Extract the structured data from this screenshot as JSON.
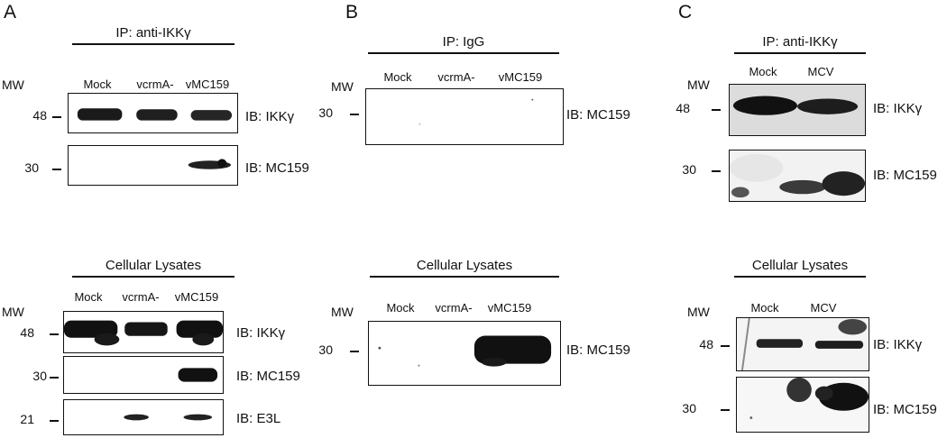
{
  "panels": {
    "A": {
      "letter": "A",
      "ip_header": "IP: anti-IKKγ",
      "ip_lanes": [
        "Mock",
        "vcrmA-",
        "vMC159"
      ],
      "mw_label": "MW",
      "ip_blots": [
        {
          "mw": "48",
          "ib": "IB: IKKγ"
        },
        {
          "mw": "30",
          "ib": "IB: MC159"
        }
      ],
      "lysate_header": "Cellular Lysates",
      "lysate_lanes": [
        "Mock",
        "vcrmA-",
        "vMC159"
      ],
      "lysate_blots": [
        {
          "mw": "48",
          "ib": "IB: IKKγ"
        },
        {
          "mw": "30",
          "ib": "IB: MC159"
        },
        {
          "mw": "21",
          "ib": "IB: E3L"
        }
      ]
    },
    "B": {
      "letter": "B",
      "ip_header": "IP: IgG",
      "ip_lanes": [
        "Mock",
        "vcrmA-",
        "vMC159"
      ],
      "mw_label": "MW",
      "ip_blots": [
        {
          "mw": "30",
          "ib": "IB: MC159"
        }
      ],
      "lysate_header": "Cellular Lysates",
      "lysate_lanes": [
        "Mock",
        "vcrmA-",
        "vMC159"
      ],
      "lysate_blots": [
        {
          "mw": "30",
          "ib": "IB: MC159"
        }
      ]
    },
    "C": {
      "letter": "C",
      "ip_header": "IP: anti-IKKγ",
      "ip_lanes": [
        "Mock",
        "MCV"
      ],
      "mw_label": "MW",
      "ip_blots": [
        {
          "mw": "48",
          "ib": "IB: IKKγ"
        },
        {
          "mw": "30",
          "ib": "IB: MC159"
        }
      ],
      "lysate_header": "Cellular Lysates",
      "lysate_lanes": [
        "Mock",
        "MCV"
      ],
      "lysate_blots": [
        {
          "mw": "48",
          "ib": "IB: IKKγ"
        },
        {
          "mw": "30",
          "ib": "IB: MC159"
        }
      ]
    }
  }
}
